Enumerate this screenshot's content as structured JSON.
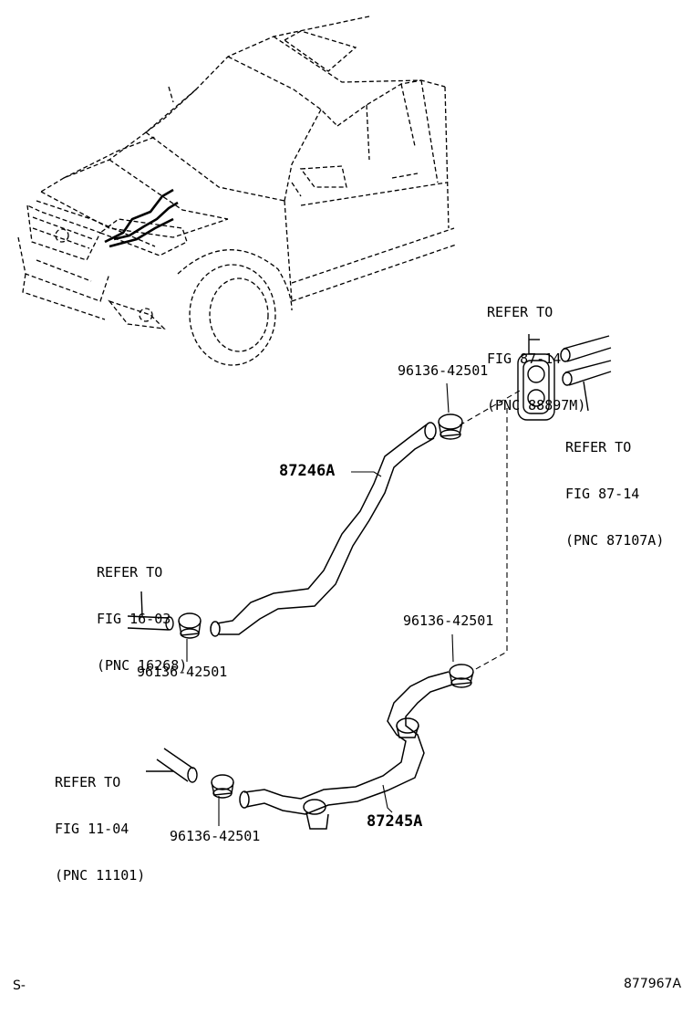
{
  "labels": {
    "ref_88897m": [
      "REFER TO",
      "FIG 87-14",
      "(PNC 88897M)"
    ],
    "ref_87107a": [
      "REFER TO",
      "FIG 87-14",
      "(PNC 87107A)"
    ],
    "ref_16268": [
      "REFER TO",
      "FIG 16-03",
      "(PNC 16268)"
    ],
    "ref_11101": [
      "REFER TO",
      "FIG 11-04",
      "(PNC 11101)"
    ],
    "clamp_label": "96136-42501",
    "hose_upper": "87246A",
    "hose_lower": "87245A",
    "corner_left": "S-",
    "corner_right": "877967A"
  }
}
